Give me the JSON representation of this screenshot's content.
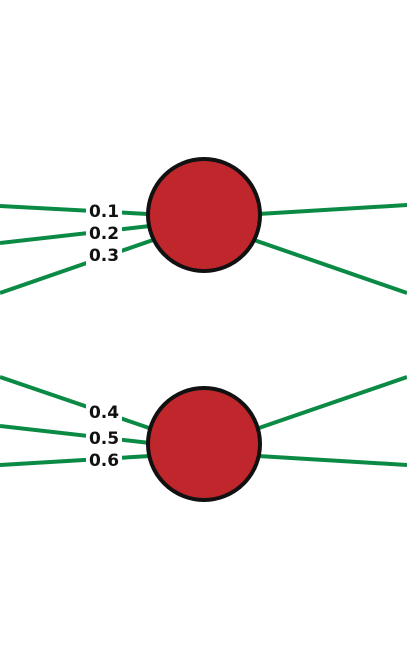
{
  "colors": {
    "edge": "#0a8a44",
    "neuron_fill": "#c0272d",
    "neuron_stroke": "#111111",
    "label_text": "#111111",
    "background": "#ffffff"
  },
  "weights": {
    "w1": "0.1",
    "w2": "0.2",
    "w3": "0.3",
    "w4": "0.4",
    "w5": "0.5",
    "w6": "0.6"
  }
}
